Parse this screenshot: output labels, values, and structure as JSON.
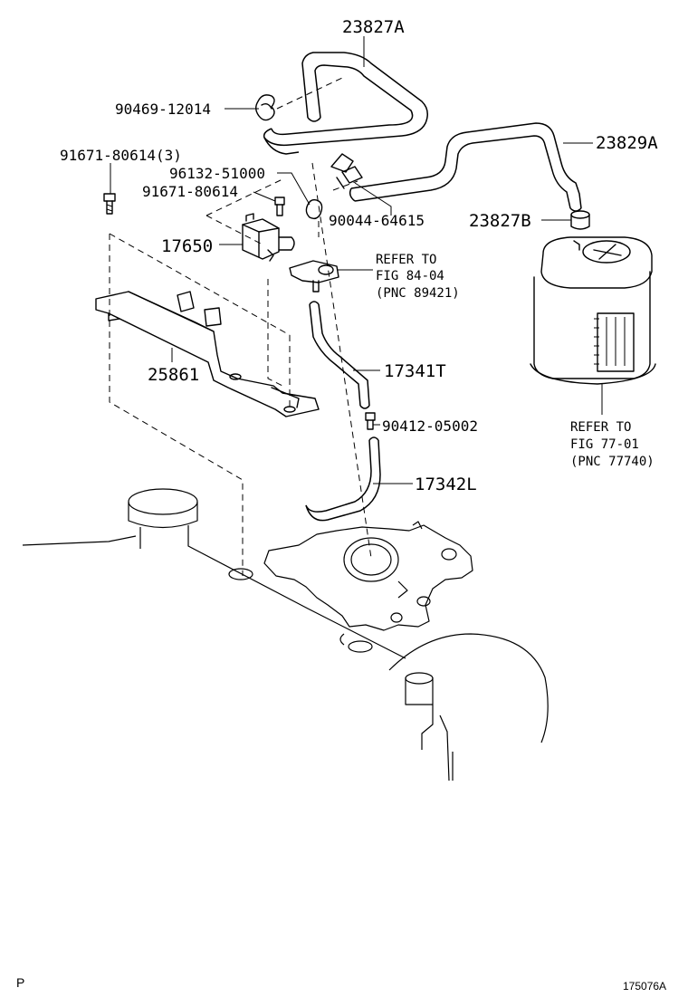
{
  "parts": {
    "p23827A": "23827A",
    "p90469": "90469-12014",
    "p91671_3": "91671-80614(3)",
    "p96132": "96132-51000",
    "p91671": "91671-80614",
    "p17650": "17650",
    "p25861": "25861",
    "p23829A": "23829A",
    "p90044": "90044-64615",
    "p23827B": "23827B",
    "p17341T": "17341T",
    "p90412": "90412-05002",
    "p17342L": "17342L"
  },
  "refs": {
    "fig84": {
      "line1": "REFER TO",
      "line2": "FIG 84-04",
      "line3": "(PNC 89421)"
    },
    "fig77": {
      "line1": "REFER TO",
      "line2": "FIG 77-01",
      "line3": "(PNC 77740)"
    }
  },
  "footer": {
    "left": "P",
    "right": "175076A"
  }
}
